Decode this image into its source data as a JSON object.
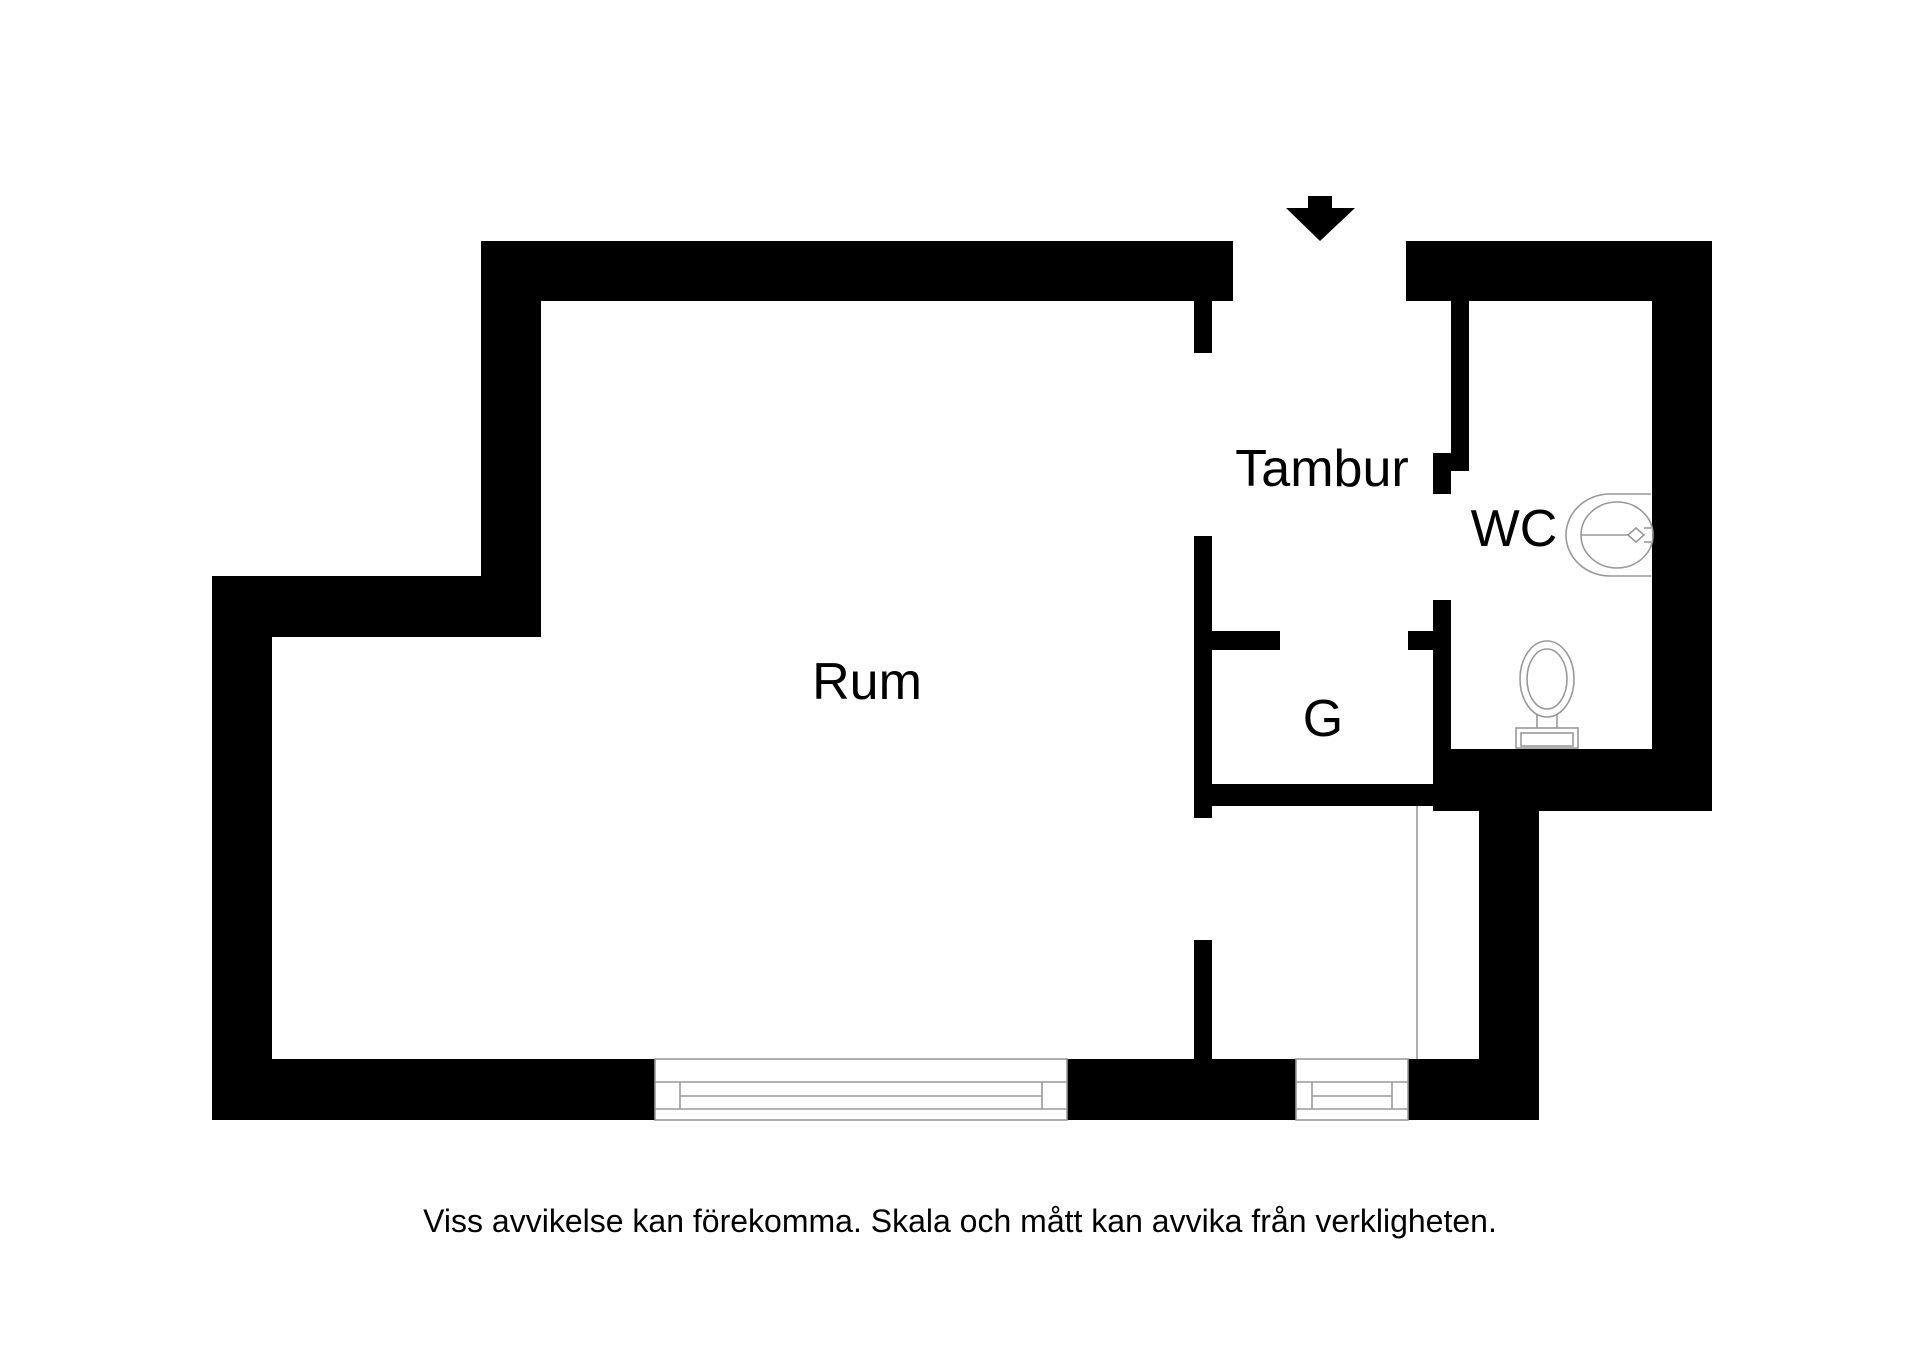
{
  "rooms": {
    "rum": "Rum",
    "tambur": "Tambur",
    "wc": "WC",
    "g": "G"
  },
  "disclaimer": "Viss avvikelse kan förekomma. Skala och mått kan avvika från verkligheten.",
  "icons": {
    "entrance": "entrance-arrow-icon",
    "sink": "sink-icon",
    "toilet": "toilet-icon"
  }
}
